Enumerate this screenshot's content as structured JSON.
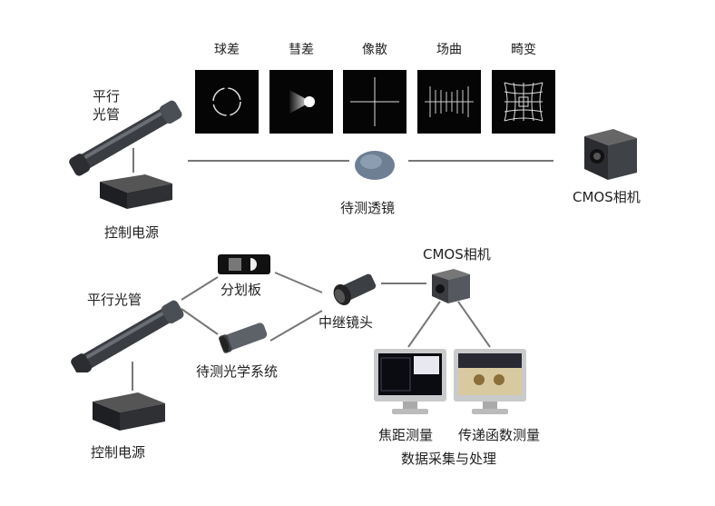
{
  "top": {
    "collimator": "平行\n光管",
    "controller": "控制电源",
    "lens_under_test": "待测透镜",
    "camera": "CMOS相机",
    "aberrations": [
      "球差",
      "彗差",
      "像散",
      "场曲",
      "畸变"
    ]
  },
  "bottom": {
    "collimator": "平行光管",
    "reticle": "分划板",
    "system_under_test": "待测光学系统",
    "relay_lens": "中继镜头",
    "camera": "CMOS相机",
    "controller": "控制电源",
    "monitor_left": "焦距测量",
    "monitor_right": "传递函数测量",
    "processing": "数据采集与处理"
  }
}
